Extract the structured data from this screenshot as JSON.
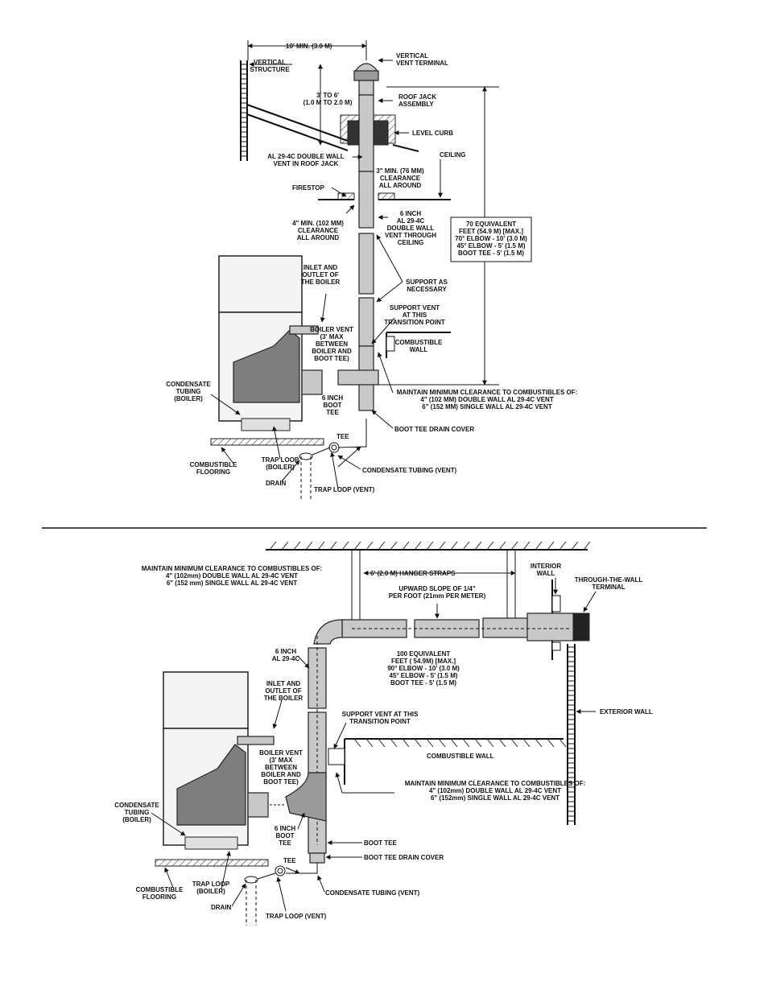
{
  "top_diagram": {
    "labels": {
      "min_distance": "10' MIN. (3.0 M)",
      "vertical_vent_terminal": [
        "VERTICAL",
        "VENT TERMINAL"
      ],
      "vertical_structure": [
        "VERTICAL",
        "STRUCTURE"
      ],
      "height_range": [
        "3' TO 6'",
        "(1.0 M TO 2.0 M)"
      ],
      "roof_jack": [
        "ROOF JACK",
        "ASSEMBLY"
      ],
      "level_curb": "LEVEL CURB",
      "double_wall_roof_jack": [
        "AL 29-4C DOUBLE WALL",
        "VENT IN ROOF JACK"
      ],
      "ceiling": "CEILING",
      "clearance_3in": [
        "3\" MIN. (76 MM)",
        "CLEARANCE",
        "ALL AROUND"
      ],
      "firestop": "FIRESTOP",
      "clearance_4in": [
        "4\" MIN. (102 MM)",
        "CLEARANCE",
        "ALL AROUND"
      ],
      "vent_through_ceiling": [
        "6 INCH",
        "AL 29-4C",
        "DOUBLE WALL",
        "VENT THROUGH",
        "CEILING"
      ],
      "equivalent_box": [
        "70 EQUIVALENT",
        "FEET (54.9 M) [MAX.]",
        "70° ELBOW - 10' (3.0 M)",
        "45° ELBOW - 5' (1.5 M)",
        "BOOT TEE - 5' (1.5 M)"
      ],
      "inlet_outlet": [
        "INLET AND",
        "OUTLET OF",
        "THE BOILER"
      ],
      "support_as_necessary": [
        "SUPPORT AS",
        "NECESSARY"
      ],
      "support_vent": [
        "SUPPORT VENT",
        "AT THIS",
        "TRANSITION POINT"
      ],
      "boiler_vent": [
        "BOILER VENT",
        "(3' MAX",
        "BETWEEN",
        "BOILER AND",
        "BOOT TEE)"
      ],
      "combustible_wall": [
        "COMBUSTIBLE",
        "WALL"
      ],
      "condensate_tubing_boiler": [
        "CONDENSATE",
        "TUBING",
        "(BOILER)"
      ],
      "maintain_clearance": [
        "MAINTAIN MINIMUM CLEARANCE TO COMBUSTIBLES OF:",
        "4\" (102 MM) DOUBLE WALL AL 29-4C VENT",
        "6\" (152 MM) SINGLE WALL AL 29-4C VENT"
      ],
      "boot_tee": [
        "6 INCH",
        "BOOT",
        "TEE"
      ],
      "boot_tee_drain_cover": "BOOT TEE DRAIN COVER",
      "tee": "TEE",
      "trap_loop_boiler": [
        "TRAP LOOP",
        "(BOILER)"
      ],
      "combustible_flooring": [
        "COMBUSTIBLE",
        "FLOORING"
      ],
      "drain": "DRAIN",
      "condensate_tubing_vent": "CONDENSATE TUBING (VENT)",
      "trap_loop_vent": "TRAP LOOP (VENT)"
    }
  },
  "bottom_diagram": {
    "labels": {
      "maintain_clearance_top": [
        "MAINTAIN MINIMUM CLEARANCE TO COMBUSTIBLES OF:",
        "4\" (102mm) DOUBLE WALL AL 29-4C VENT",
        "6\" (152 mm) SINGLE WALL AL 29-4C VENT"
      ],
      "hanger_straps": "6' (2.0 M) HANGER STRAPS",
      "interior_wall": [
        "INTERIOR",
        "WALL"
      ],
      "through_wall_terminal": [
        "THROUGH-THE-WALL",
        "TERMINAL"
      ],
      "upward_slope": [
        "UPWARD SLOPE OF 1/4\"",
        "PER FOOT (21mm PER METER)"
      ],
      "equivalent_text": [
        "100 EQUIVALENT",
        "FEET ( 54.9M) [MAX.]",
        "90° ELBOW - 10' (3.0 M)",
        "45° ELBOW - 5' (1.5 M)",
        "BOOT TEE - 5' (1.5 M)"
      ],
      "six_inch": [
        "6 INCH",
        "AL 29-4C"
      ],
      "exterior_wall": "EXTERIOR WALL",
      "inlet_outlet": [
        "INLET AND",
        "OUTLET OF",
        "THE BOILER"
      ],
      "support_vent": [
        "SUPPORT VENT AT THIS",
        "TRANSITION POINT"
      ],
      "combustible_wall": "COMBUSTIBLE WALL",
      "boiler_vent": [
        "BOILER VENT",
        "(3' MAX",
        "BETWEEN",
        "BOILER AND",
        "BOOT TEE)"
      ],
      "maintain_clearance_bottom": [
        "MAINTAIN MINIMUM CLEARANCE TO COMBUSTIBLES OF:",
        "4\" (102mm)  DOUBLE WALL AL 29-4C VENT",
        "6\" (152mm)  SINGLE WALL AL 29-4C VENT"
      ],
      "condensate_tubing_boiler": [
        "CONDENSATE",
        "TUBING",
        "(BOILER)"
      ],
      "boot_tee_six": [
        "6 INCH",
        "BOOT",
        "TEE"
      ],
      "boot_tee": "BOOT TEE",
      "boot_tee_drain_cover": "BOOT TEE DRAIN COVER",
      "tee": "TEE",
      "combustible_flooring": [
        "COMBUSTIBLE",
        "FLOORING"
      ],
      "trap_loop_boiler": [
        "TRAP LOOP",
        "(BOILER)"
      ],
      "condensate_tubing_vent": "CONDENSATE TUBING (VENT)",
      "drain": "DRAIN",
      "trap_loop_vent": "TRAP LOOP (VENT)"
    }
  }
}
